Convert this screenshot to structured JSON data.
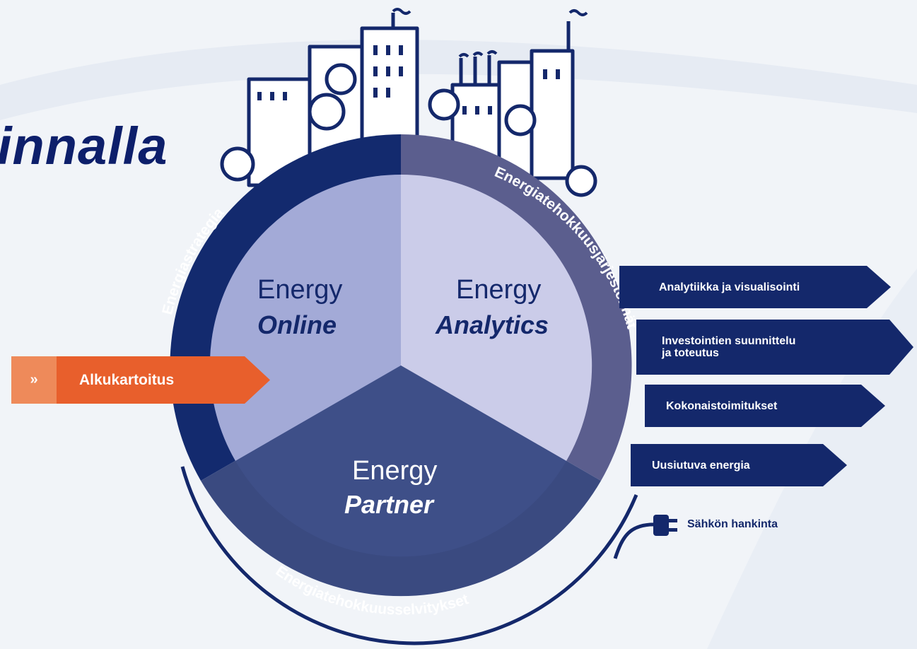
{
  "heading": "innalla",
  "segments": {
    "online": {
      "line1": "Energy",
      "line2": "Online"
    },
    "analytics": {
      "line1": "Energy",
      "line2": "Analytics"
    },
    "partner": {
      "line1": "Energy",
      "line2": "Partner"
    }
  },
  "ring_labels": {
    "strategy": "Energiastrategia",
    "systems": "Energiatehokkuusjärjestelmät",
    "surveys": "Energiatehokkuusselvitykset"
  },
  "entry": {
    "chevron": "»",
    "label": "Alkukartoitus"
  },
  "services": [
    {
      "line1": "Analytiikka ja visualisointi",
      "line2": ""
    },
    {
      "line1": "Investointien suunnittelu",
      "line2": "ja toteutus"
    },
    {
      "line1": "Kokonaistoimitukset",
      "line2": ""
    },
    {
      "line1": "Uusiutuva energia",
      "line2": ""
    }
  ],
  "plug": {
    "label": "Sähkön hankinta",
    "icon": "plug-icon"
  },
  "colors": {
    "navy": "#14286b",
    "ring_dark": "#132a6e",
    "ring_light": "#5b5e8e",
    "online": "#a3aad7",
    "analytics": "#cbcce9",
    "partner": "#3e4f88",
    "orange": "#e85f2c"
  }
}
